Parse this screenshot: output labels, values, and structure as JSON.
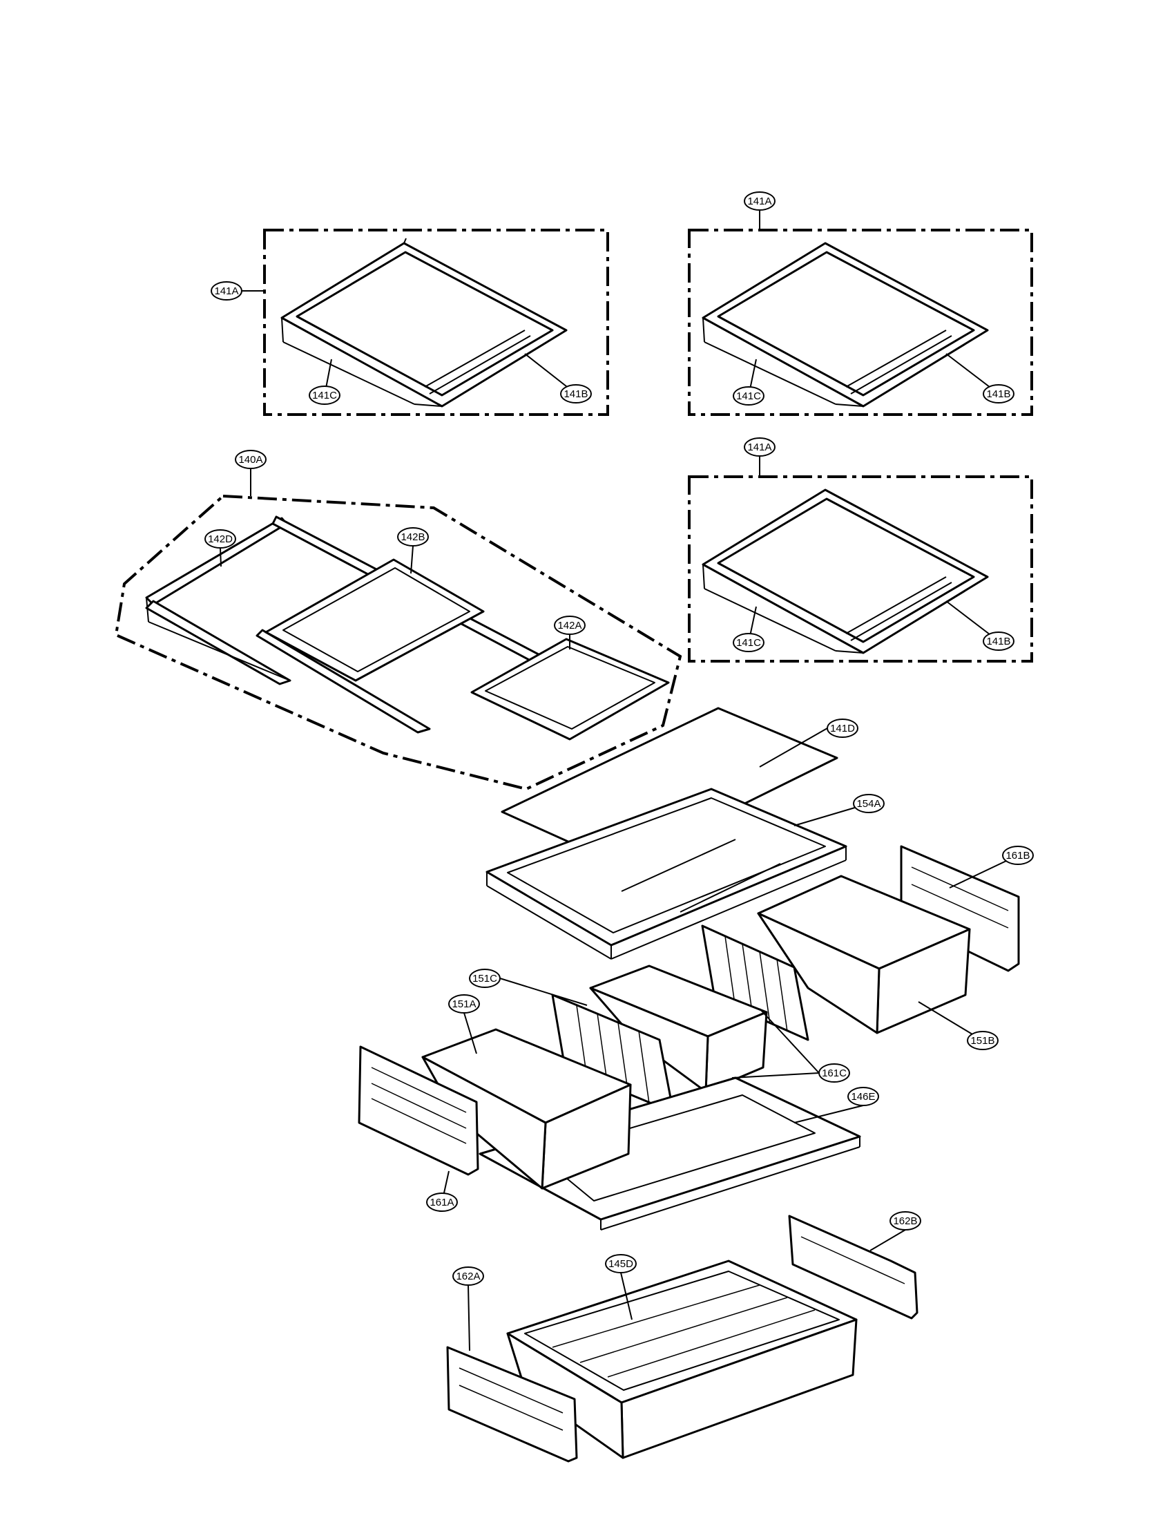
{
  "callouts": {
    "c1": "141A",
    "c2": "141C",
    "c3": "141B",
    "c4": "141A",
    "c5": "141C",
    "c6": "141B",
    "c7": "141A",
    "c8": "141C",
    "c9": "141B",
    "c10": "140A",
    "c11": "142D",
    "c12": "142B",
    "c13": "142A",
    "c14": "141D",
    "c15": "154A",
    "c16": "161B",
    "c17": "151C",
    "c18": "151A",
    "c19": "151B",
    "c20": "161C",
    "c21": "146E",
    "c22": "161A",
    "c23": "162B",
    "c24": "145D",
    "c25": "162A"
  }
}
